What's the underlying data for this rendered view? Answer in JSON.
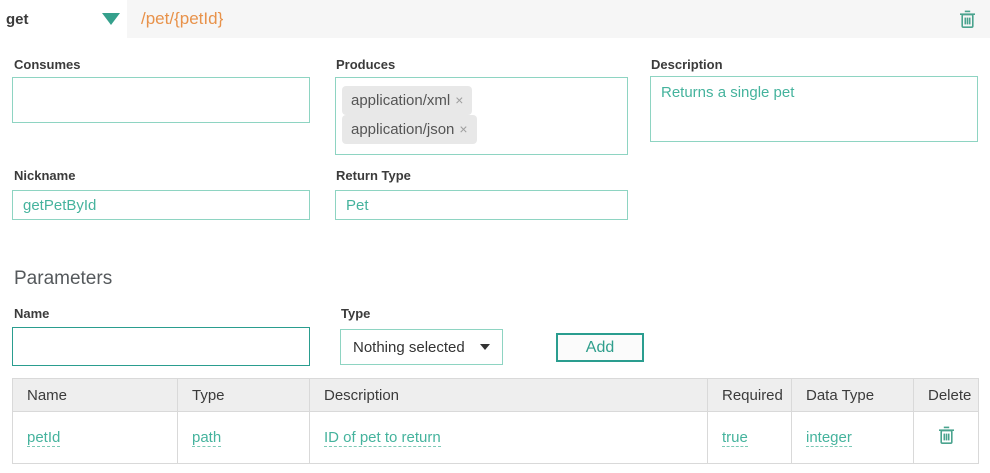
{
  "topbar": {
    "method": "get",
    "path": "/pet/{petId}"
  },
  "fields": {
    "consumes_label": "Consumes",
    "produces_label": "Produces",
    "produces_tags": [
      "application/xml",
      "application/json"
    ],
    "description_label": "Description",
    "description_value": "Returns a single pet",
    "nickname_label": "Nickname",
    "nickname_value": "getPetById",
    "return_type_label": "Return Type",
    "return_type_value": "Pet"
  },
  "parameters": {
    "heading": "Parameters",
    "name_label": "Name",
    "type_label": "Type",
    "type_selected": "Nothing selected",
    "add_label": "Add",
    "table": {
      "headers": [
        "Name",
        "Type",
        "Description",
        "Required",
        "Data Type",
        "Delete"
      ],
      "rows": [
        {
          "name": "petId",
          "type": "path",
          "description": "ID of pet to return",
          "required": "true",
          "data_type": "integer"
        }
      ]
    }
  },
  "icons": {
    "remove": "×"
  },
  "colors": {
    "accent_teal": "#2a9d8f",
    "teal_text": "#45b39d",
    "teal_border_light": "#8ed4c2",
    "path_orange": "#e8924a",
    "bar_gray": "#f6f6f6",
    "tag_gray": "#e8e8e8"
  }
}
